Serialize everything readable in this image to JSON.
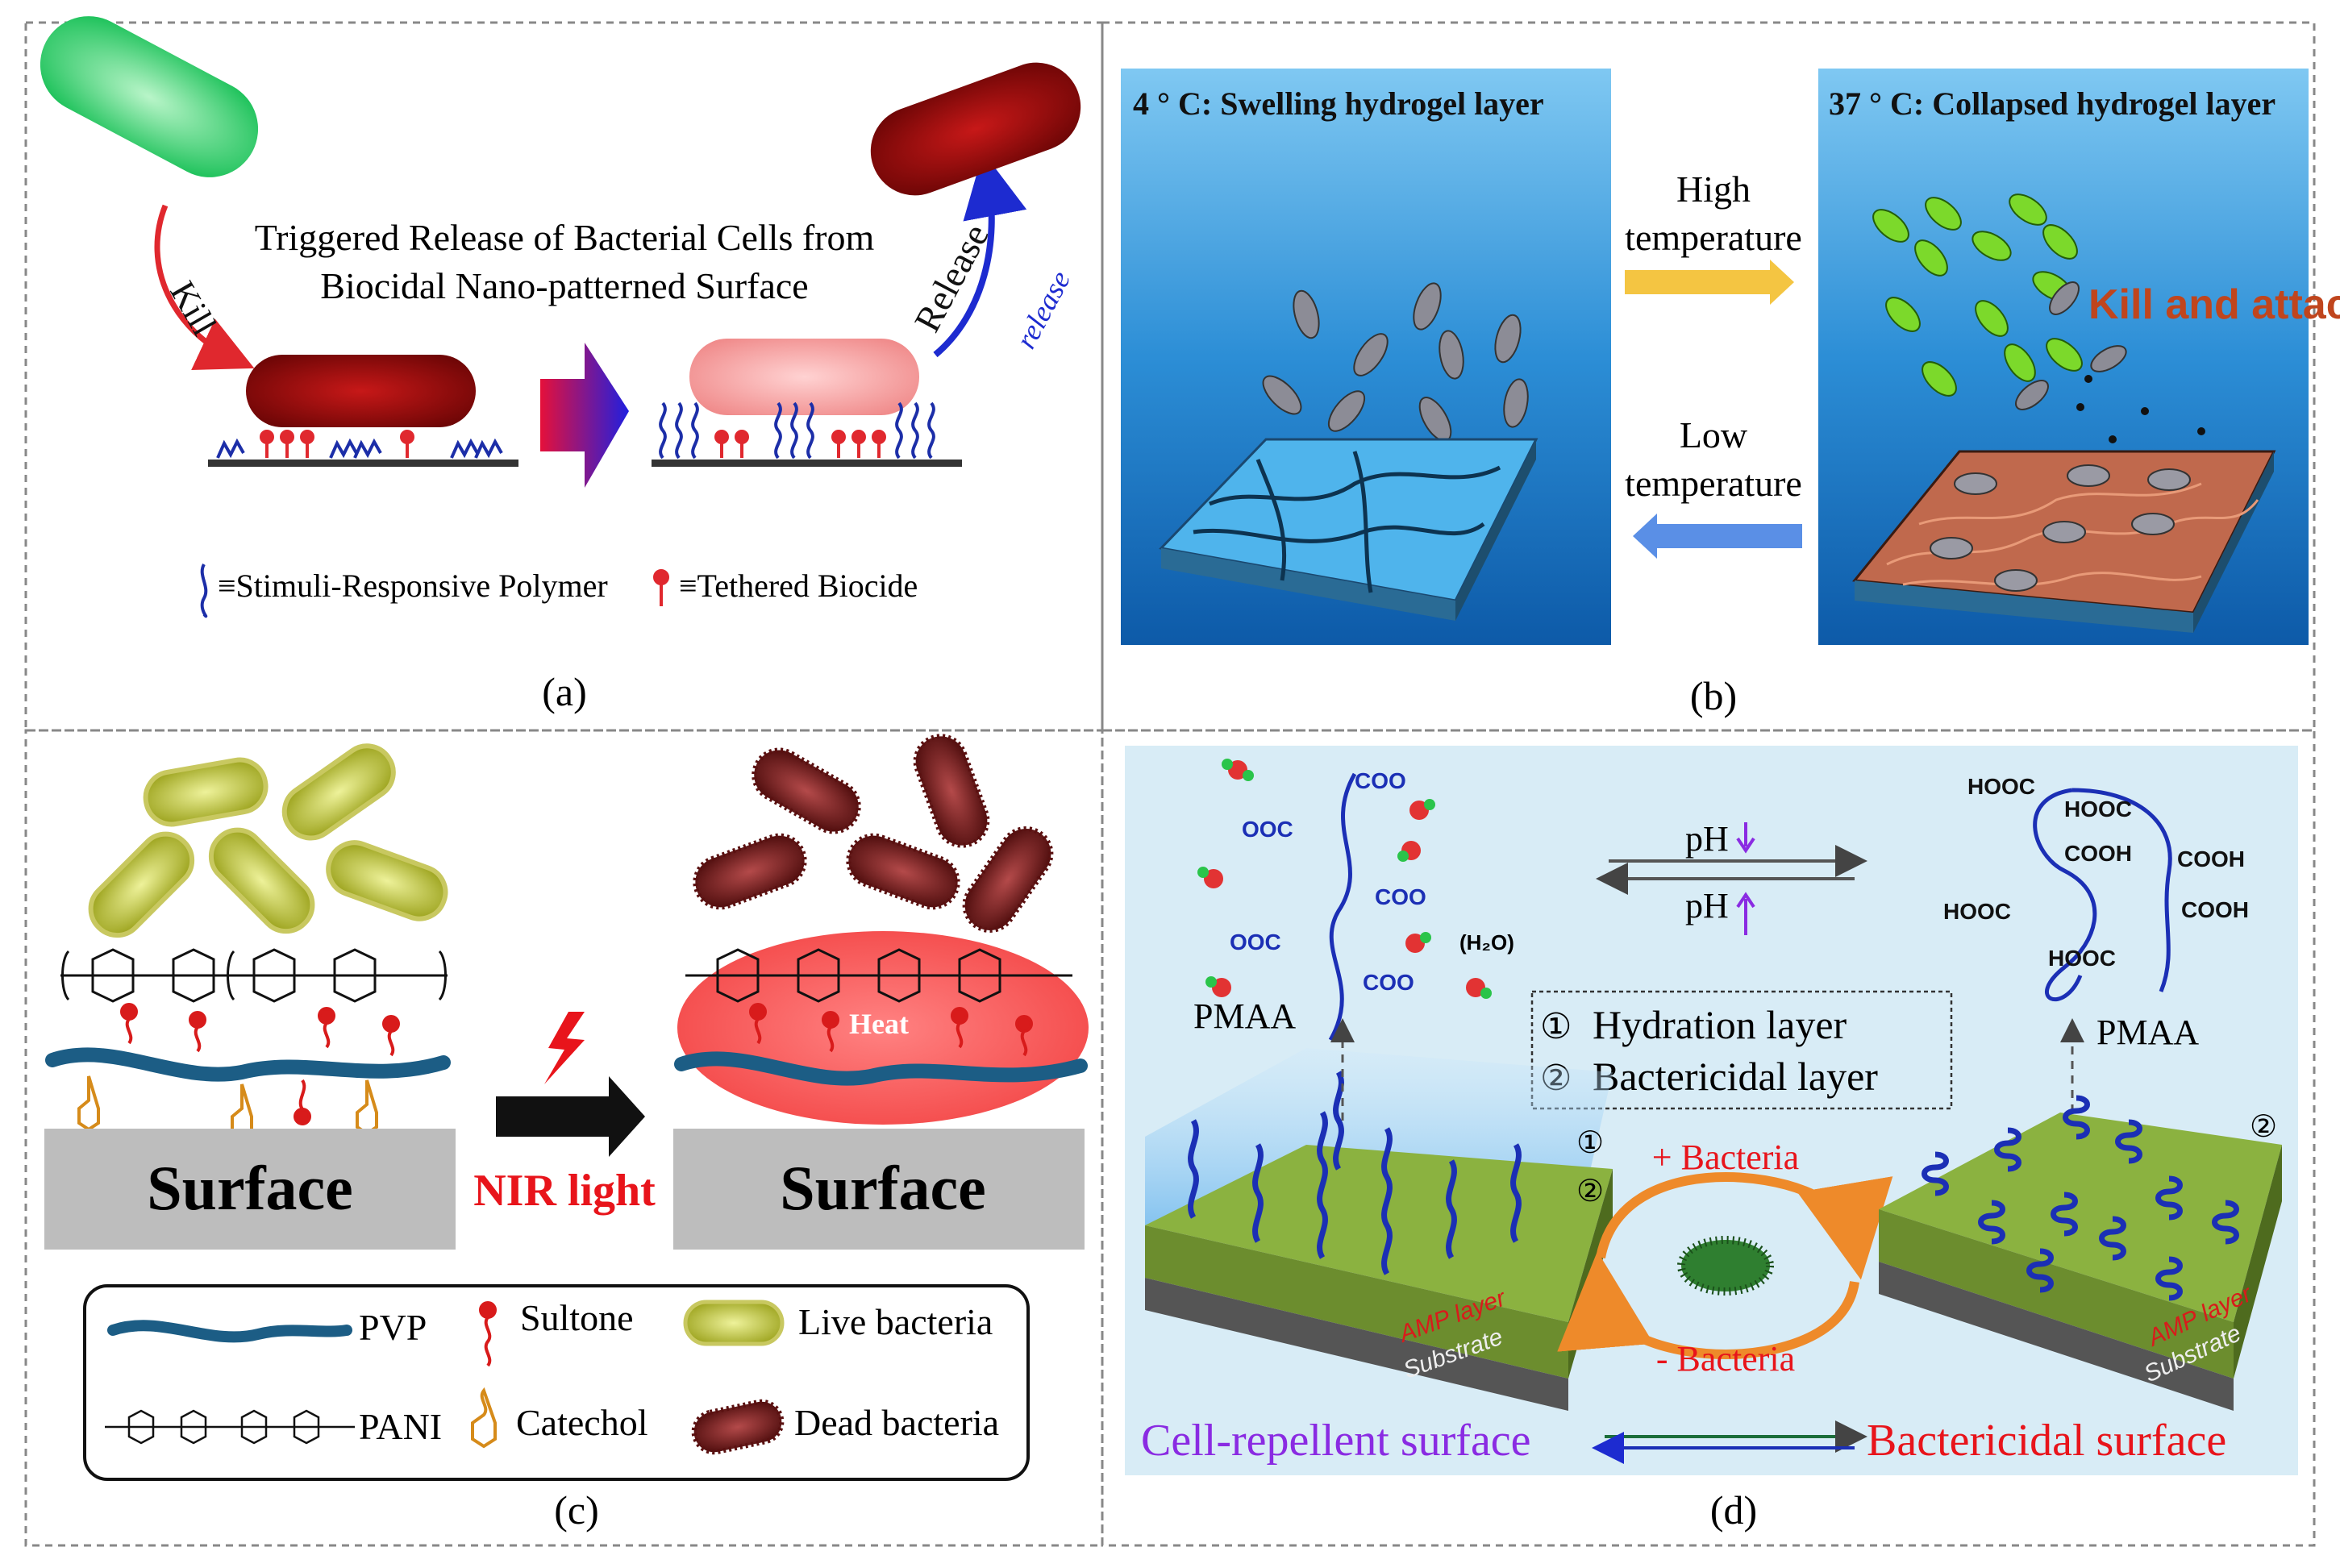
{
  "panel_a": {
    "caption": "(a)",
    "title_line1": "Triggered Release of Bacterial Cells from",
    "title_line2": "Biocidal Nano-patterned Surface",
    "kill": "Kill",
    "release": "Release",
    "release_small": "release",
    "legend_polymer": "≡Stimuli-Responsive Polymer",
    "legend_biocide": "≡Tethered Biocide"
  },
  "panel_b": {
    "caption": "(b)",
    "left_title": "4 °  C: Swelling hydrogel layer",
    "right_title": "37 °  C: Collapsed hydrogel layer",
    "high_line1": "High",
    "high_line2": "temperature",
    "low_line1": "Low",
    "low_line2": "temperature",
    "kill_attach": "Kill and attach"
  },
  "panel_c": {
    "caption": "(c)",
    "surface_left": "Surface",
    "surface_right": "Surface",
    "nir": "NIR light",
    "heat": "Heat",
    "legend": {
      "pvp": "PVP",
      "sultone": "Sultone",
      "live": "Live bacteria",
      "pani": "PANI",
      "catechol": "Catechol",
      "dead": "Dead bacteria"
    }
  },
  "panel_d": {
    "caption": "(d)",
    "ph1": "pH",
    "ph2": "pH",
    "pmaa_left": "PMAA",
    "pmaa_right": "PMAA",
    "coo1": "COO",
    "coo2": "COO",
    "coo3": "COO",
    "ooc1": "OOC",
    "ooc2": "OOC",
    "h2o": "(H₂O)",
    "hooc1": "HOOC",
    "hooc2": "HOOC",
    "cooh1": "COOH",
    "cooh2": "COOH",
    "hooc3": "HOOC",
    "cooh3": "COOH",
    "hooc4": "HOOC",
    "legend1": "Hydration layer",
    "legend2": "Bactericidal layer",
    "plus_bacteria": "+ Bacteria",
    "minus_bacteria": "- Bacteria",
    "amp1": "AMP layer",
    "sub1": "Substrate",
    "amp2": "AMP layer",
    "sub2": "Substrate",
    "cell_repellent": "Cell-repellent surface",
    "bactericidal": "Bactericidal surface",
    "num1": "①",
    "num2": "②"
  },
  "colors": {
    "kill_red": "#e0282e",
    "release_blue": "#1d2bd0",
    "arrow_yellow": "#f4c542",
    "arrow_blue": "#5a8fe6",
    "nir_red": "#e8141b",
    "cell_purple": "#8a2be2",
    "bactericidal_red": "#e8141b"
  }
}
